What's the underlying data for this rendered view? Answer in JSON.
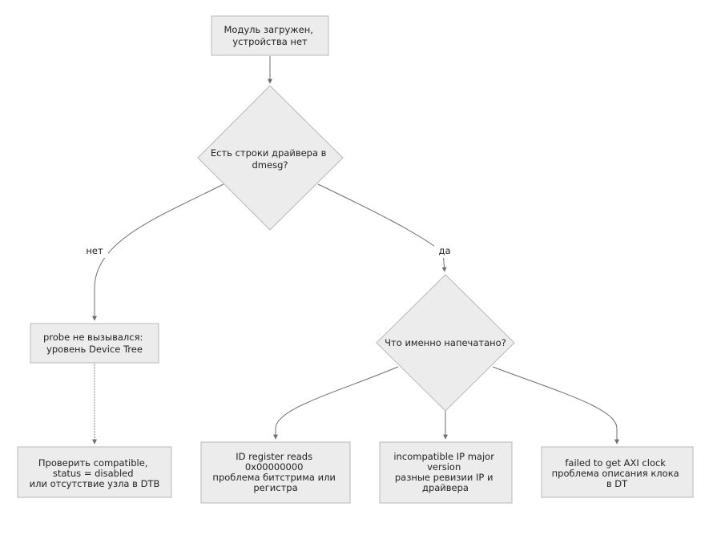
{
  "diagram": {
    "nodes": {
      "start": [
        "Модуль загружен,",
        "устройства нет"
      ],
      "dmesg_question": [
        "Есть строки драйвера в",
        "dmesg?"
      ],
      "probe_not_called": [
        "probe не вызывался:",
        "уровень Device Tree"
      ],
      "printed_question": [
        "Что именно напечатано?"
      ],
      "check_compatible": [
        "Проверить compatible,",
        "status = disabled",
        "или отсутствие узла в DTB"
      ],
      "id_register": [
        "ID register reads",
        "0x00000000",
        "проблема битстрима или",
        "регистра"
      ],
      "incompatible_ip": [
        "incompatible IP major",
        "version",
        "разные ревизии IP и",
        "драйвера"
      ],
      "axi_clock": [
        "failed to get AXI clock",
        "проблема описания клока",
        "в DT"
      ]
    },
    "edge_labels": {
      "no": "нет",
      "yes": "да"
    }
  }
}
